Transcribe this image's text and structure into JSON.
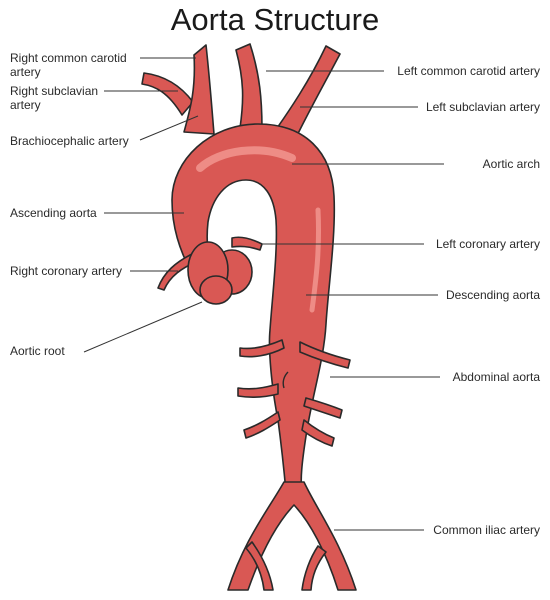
{
  "title": "Aorta Structure",
  "colors": {
    "vessel": "#d95854",
    "outline": "#2a2a2a",
    "highlight": "#ee8c86",
    "leader": "#333333"
  },
  "labels": {
    "right_common_carotid": [
      "Right common carotid",
      "artery"
    ],
    "right_subclavian": [
      "Right subclavian",
      "artery"
    ],
    "brachiocephalic": "Brachiocephalic artery",
    "ascending_aorta": "Ascending aorta",
    "right_coronary": "Right coronary artery",
    "aortic_root": "Aortic root",
    "left_common_carotid": "Left common carotid artery",
    "left_subclavian": "Left subclavian artery",
    "aortic_arch": "Aortic arch",
    "left_coronary": "Left coronary artery",
    "descending_aorta": "Descending aorta",
    "abdominal_aorta": "Abdominal aorta",
    "common_iliac": "Common iliac artery"
  }
}
